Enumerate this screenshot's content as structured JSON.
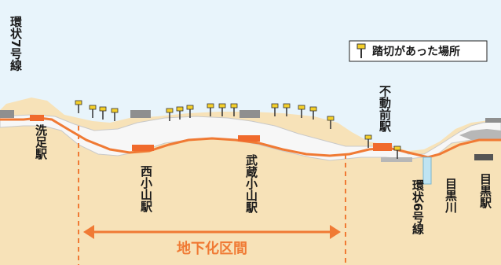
{
  "colors": {
    "sky": "#e8f4fb",
    "ground": "#f7e2b8",
    "embankment": "#f7f7f7",
    "track": "#f07a34",
    "station": "#f06a2c",
    "shade": "#b7b7b7",
    "label_orange": "#f07a34"
  },
  "legend": {
    "label": "踏切があった場所",
    "icon": "railroad-crossing-icon"
  },
  "labels": {
    "kanjo7": "環状7号線",
    "senzoku": "洗足駅",
    "nishikoyama": "西小山駅",
    "musashikoyama": "武蔵小山駅",
    "fudomae": "不動前駅",
    "kanjo6": "環状6号線",
    "megurogawa": "目黒川",
    "meguro": "目黒駅"
  },
  "section": {
    "label": "地下化区間"
  }
}
